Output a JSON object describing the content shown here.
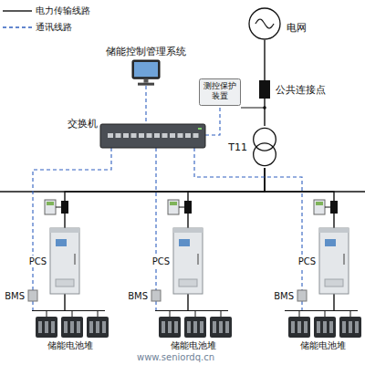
{
  "diagram": {
    "nodes": [
      {
        "text": [
          "储能控制管理系统"
        ]
      },
      {
        "text": [
          "电网"
        ]
      },
      {
        "text": [
          "公共连接点"
        ]
      },
      {
        "text": [
          "测控保护装置"
        ]
      },
      {
        "text": [
          "交换机"
        ]
      },
      {
        "text": [
          "T11"
        ]
      },
      {
        "text": [
          "PCS"
        ]
      },
      {
        "text": [
          "PCS"
        ]
      },
      {
        "text": [
          "PCS"
        ]
      },
      {
        "text": [
          "BMS"
        ]
      },
      {
        "text": [
          "BMS"
        ]
      },
      {
        "text": [
          "BMS"
        ]
      },
      {
        "text": [
          "储能电池堆"
        ]
      },
      {
        "text": [
          "储能电池堆"
        ]
      },
      {
        "text": [
          "储能电池堆"
        ]
      }
    ],
    "edges": [
      {
        "from": 0,
        "to": 4,
        "arrow": "none"
      },
      {
        "from": 1,
        "to": 2,
        "arrow": "none"
      },
      {
        "from": 2,
        "to": 5,
        "arrow": "none"
      },
      {
        "from": 4,
        "to": 3,
        "arrow": "none"
      },
      {
        "from": 5,
        "to": 6,
        "arrow": "none"
      },
      {
        "from": 5,
        "to": 7,
        "arrow": "none"
      },
      {
        "from": 5,
        "to": 8,
        "arrow": "none"
      },
      {
        "from": 4,
        "to": 9,
        "arrow": "none"
      },
      {
        "from": 4,
        "to": 10,
        "arrow": "none"
      },
      {
        "from": 4,
        "to": 11,
        "arrow": "none"
      },
      {
        "from": 6,
        "to": 12,
        "arrow": "none"
      },
      {
        "from": 7,
        "to": 13,
        "arrow": "none"
      },
      {
        "from": 8,
        "to": 14,
        "arrow": "none"
      },
      {
        "from": 9,
        "to": 12,
        "arrow": "none"
      },
      {
        "from": 10,
        "to": 13,
        "arrow": "none"
      },
      {
        "from": 11,
        "to": 14,
        "arrow": "none"
      }
    ],
    "labels": [
      "www.seniordq.cn"
    ],
    "legend": [
      {
        "text": "电力传输线路"
      },
      {
        "text": "通讯线路"
      }
    ]
  }
}
